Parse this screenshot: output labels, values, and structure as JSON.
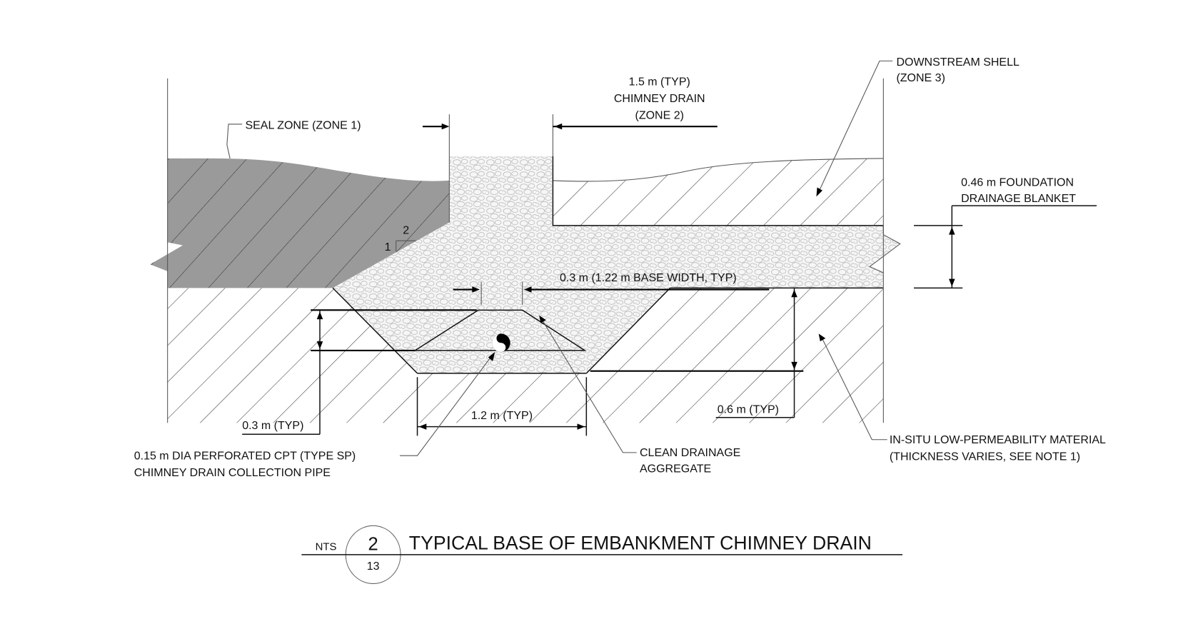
{
  "title": {
    "scale": "NTS",
    "detail_number": "2",
    "sheet_number": "13",
    "text": "TYPICAL BASE OF EMBANKMENT CHIMNEY DRAIN"
  },
  "labels": {
    "downstream_shell_1": "DOWNSTREAM SHELL",
    "downstream_shell_2": "(ZONE 3)",
    "chimney_1": "1.5 m (TYP)",
    "chimney_2": "CHIMNEY DRAIN",
    "chimney_3": "(ZONE 2)",
    "seal_zone": "SEAL ZONE (ZONE 1)",
    "blanket_1": "0.46 m FOUNDATION",
    "blanket_2": "DRAINAGE BLANKET",
    "slope_v": "2",
    "slope_h": "1",
    "base_width": "0.3 m (1.22 m BASE WIDTH, TYP)",
    "depth_left": "0.3 m (TYP)",
    "trench_width": "1.2 m (TYP)",
    "depth_right": "0.6 m (TYP)",
    "pipe_1": "0.15 m DIA PERFORATED CPT (TYPE SP)",
    "pipe_2": "CHIMNEY DRAIN COLLECTION PIPE",
    "aggregate_1": "CLEAN DRAINAGE",
    "aggregate_2": "AGGREGATE",
    "insitu_1": "IN-SITU LOW-PERMEABILITY MATERIAL",
    "insitu_2": "(THICKNESS VARIES, SEE NOTE 1)"
  },
  "colors": {
    "seal_zone": "#9a9a9a",
    "aggregate": "#f4f4f4",
    "line": "#111111"
  }
}
